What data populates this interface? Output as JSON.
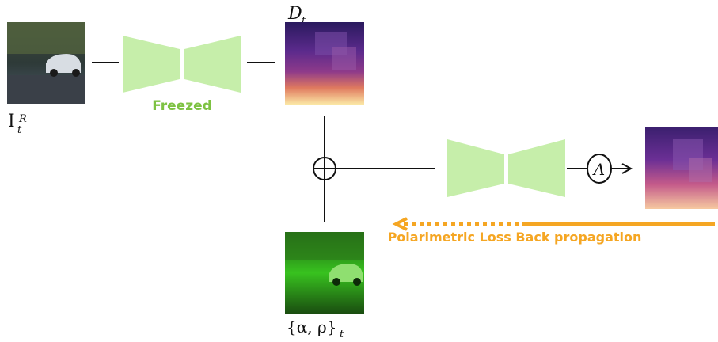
{
  "labels": {
    "input_image": "I",
    "input_image_sup": "R",
    "input_image_sub": "t",
    "depth_map": "D",
    "depth_map_sub": "t",
    "polar_params": "{α, ρ}",
    "polar_params_sub": "t",
    "frozen_network": "Freezed",
    "operator_symbol": "Λ",
    "backprop": "Polarimetric Loss Back propagation"
  },
  "colors": {
    "network_fill": "#c6eeaa",
    "frozen_label": "#7dc242",
    "backprop_arrow": "#f5a623",
    "lines": "#111111"
  },
  "icons": {
    "fusion": "circle-plus-icon",
    "operator": "lambda-operator-icon",
    "arrow": "arrow-right-icon"
  }
}
